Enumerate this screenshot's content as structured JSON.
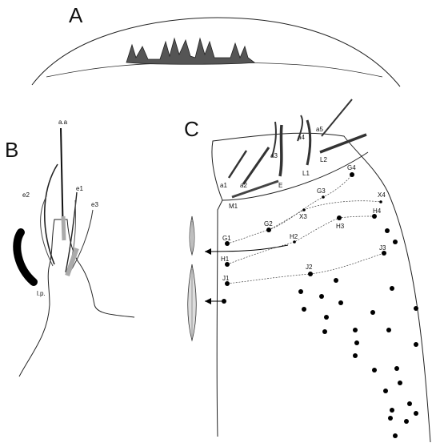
{
  "panels": {
    "a": "A",
    "b": "B",
    "c": "C"
  },
  "panel_b_labels": {
    "aa": "a.a",
    "e1": "e1",
    "e2": "e2",
    "e3": "e3",
    "lp": "l.p."
  },
  "panel_c_macrochaetae": {
    "a1": "a1",
    "a2": "a2",
    "a3": "a3",
    "a4": "a4",
    "a5": "a5",
    "E": "E",
    "L1": "L1",
    "L2": "L2",
    "M1": "M1"
  },
  "panel_c_setae": {
    "G1": "G1",
    "G2": "G2",
    "G3": "G3",
    "G4": "G4",
    "X3": "X3",
    "X4": "X4",
    "H1": "H1",
    "H2": "H2",
    "H3": "H3",
    "H4": "H4",
    "J1": "J1",
    "J2": "J2",
    "J3": "J3"
  }
}
